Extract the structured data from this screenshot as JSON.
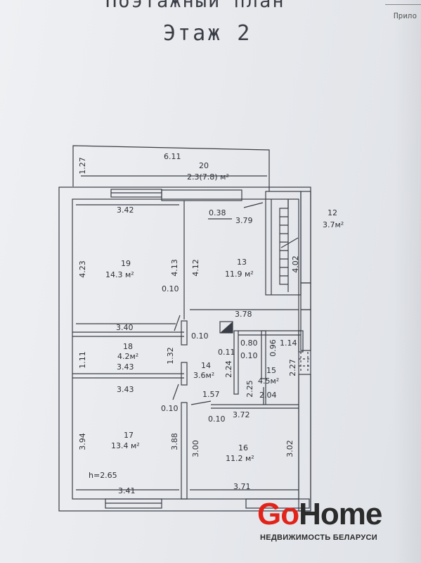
{
  "header": {
    "title": "Поэтажный план",
    "floor": "Этаж 2",
    "appendix": "Прило"
  },
  "rooms": [
    {
      "num": "20",
      "area": "2.3(7.8) м²"
    },
    {
      "num": "19",
      "area": "14.3 м²"
    },
    {
      "num": "13",
      "area": "11.9 м²"
    },
    {
      "num": "12",
      "area": "3.7м²"
    },
    {
      "num": "18",
      "area": "4.2м²"
    },
    {
      "num": "14",
      "area": "3.6м²"
    },
    {
      "num": "15",
      "area": "4.5м²"
    },
    {
      "num": "17",
      "area": "13.4 м²"
    },
    {
      "num": "16",
      "area": "11.2 м²"
    }
  ],
  "dimensions": {
    "d611": "6.11",
    "d127": "1.27",
    "d342": "3.42",
    "d038": "0.38",
    "d379": "3.79",
    "d423": "4.23",
    "d413": "4.13",
    "d412": "4.12",
    "d010a": "0.10",
    "d402": "4.02",
    "d378": "3.78",
    "d340": "3.40",
    "d010b": "0.10",
    "d011": "0.11",
    "d080": "0.80",
    "d096": "0.96",
    "d114": "1.14",
    "d010c": "0.10",
    "d111": "1.11",
    "d132": "1.32",
    "d343a": "3.43",
    "d224": "2.24",
    "d225": "2.25",
    "d227": "2.27",
    "d343b": "3.43",
    "d157": "1.57",
    "d204": "2.04",
    "d010d": "0.10",
    "d010e": "0.10",
    "d372": "3.72",
    "d394": "3.94",
    "d388": "3.88",
    "d300": "3.00",
    "d302": "3.02",
    "d265": "h=2.65",
    "d341": "3.41",
    "d371": "3.71"
  },
  "logo": {
    "go": "Go",
    "home": "Home",
    "tagline": "НЕДВИЖИМОСТЬ БЕЛАРУСИ"
  },
  "colors": {
    "wall": "#3a3d45",
    "brand_red": "#e2231a",
    "brand_dark": "#2b2b2b"
  }
}
